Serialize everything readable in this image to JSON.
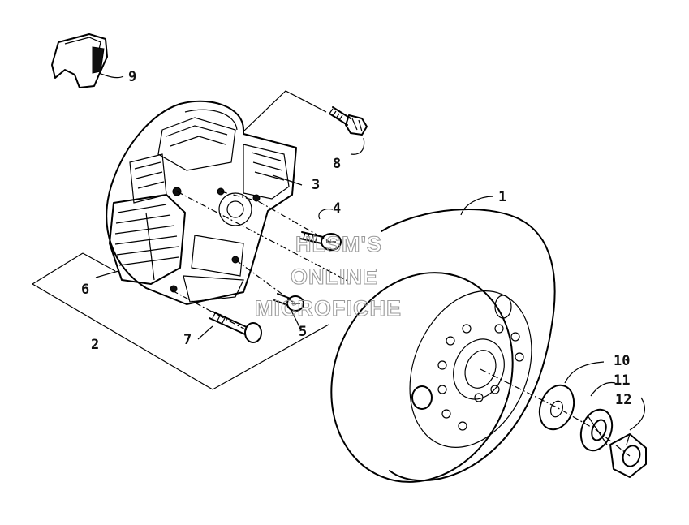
{
  "watermark": {
    "line1": "HLSM'S",
    "line2": "ONLINE",
    "line3": "MICROFICHE"
  },
  "parts": [
    {
      "number": "1",
      "name": "flywheel"
    },
    {
      "number": "2",
      "name": "stator-assembly"
    },
    {
      "number": "3",
      "name": "stator-housing"
    },
    {
      "number": "4",
      "name": "screw"
    },
    {
      "number": "5",
      "name": "screw"
    },
    {
      "number": "6",
      "name": "coil"
    },
    {
      "number": "7",
      "name": "bolt"
    },
    {
      "number": "8",
      "name": "flange-bolt"
    },
    {
      "number": "9",
      "name": "grommet"
    },
    {
      "number": "10",
      "name": "washer"
    },
    {
      "number": "11",
      "name": "lock-washer"
    },
    {
      "number": "12",
      "name": "nut"
    }
  ]
}
